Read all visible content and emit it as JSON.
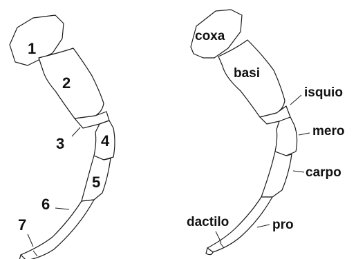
{
  "left_diagram": {
    "labels": [
      "1",
      "2",
      "3",
      "4",
      "5",
      "6",
      "7"
    ]
  },
  "right_diagram": {
    "labels": {
      "coxa": "coxa",
      "basi": "basi",
      "isquio": "isquio",
      "mero": "mero",
      "carpo": "carpo",
      "pro": "pro",
      "dactilo": "dactilo"
    }
  }
}
